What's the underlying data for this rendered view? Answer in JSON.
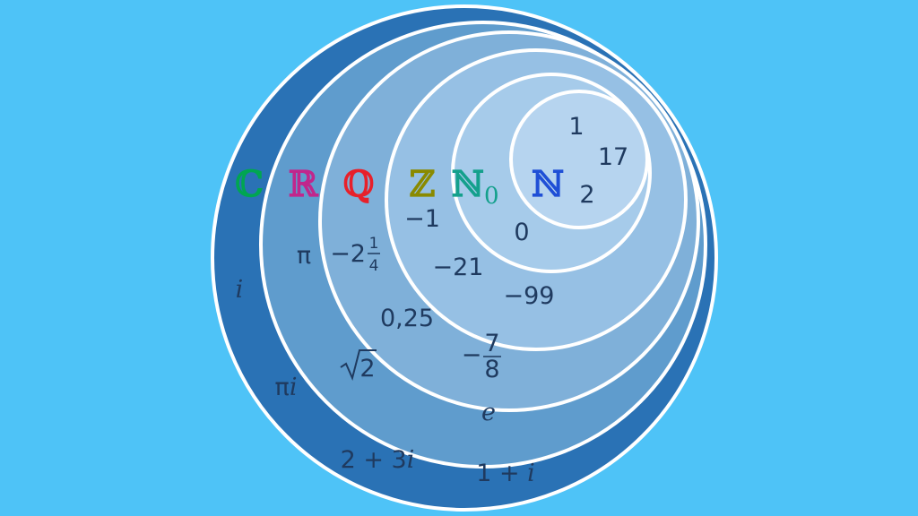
{
  "colors": {
    "background": "#4ec3f7",
    "complex_fill": "#2a72b5",
    "real_fill": "#5f9ccd",
    "rational_fill": "#7fb0d9",
    "integer_fill": "#96c0e4",
    "n0_fill": "#a6cbea",
    "natural_fill": "#b6d4ef",
    "ring_stroke": "#ffffff",
    "text": "#1f3a5f"
  },
  "sets": [
    {
      "id": "complex",
      "label": "ℂ",
      "color": "#00a651"
    },
    {
      "id": "real",
      "label": "ℝ",
      "color": "#c1268c"
    },
    {
      "id": "rational",
      "label": "ℚ",
      "color": "#e8202a"
    },
    {
      "id": "integer",
      "label": "ℤ",
      "color": "#8a8a00"
    },
    {
      "id": "natural0",
      "label": "ℕ",
      "subscript": "0",
      "color": "#14a08c"
    },
    {
      "id": "natural",
      "label": "ℕ",
      "color": "#1f4fd6"
    }
  ],
  "elements": {
    "natural": [
      "1",
      "17",
      "2"
    ],
    "natural0": [
      "0"
    ],
    "integer": [
      "−1",
      "−21",
      "−99"
    ],
    "rational": {
      "mixed_whole": "−2",
      "mixed_num": "1",
      "mixed_den": "4",
      "decimal": "0,25",
      "frac_sign": "−",
      "frac_num": "7",
      "frac_den": "8"
    },
    "real": {
      "pi": "π",
      "sqrt_radicand": "2",
      "e": "e"
    },
    "complex": {
      "i": "i",
      "pi_i_pi": "π",
      "pi_i_i": "i",
      "a_plus_bi": "2 + 3",
      "a_plus_bi_i": "i",
      "one_plus_i": "1 + ",
      "one_plus_i_i": "i"
    }
  }
}
